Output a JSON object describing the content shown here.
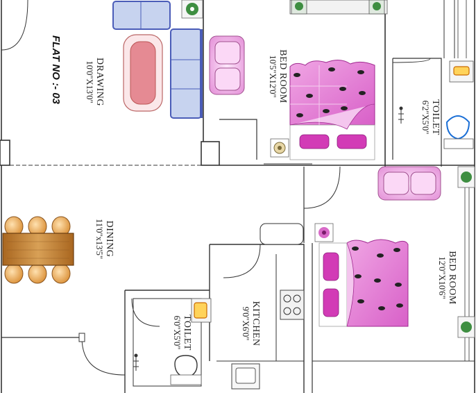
{
  "flat_label": "FLAT NO :- 03",
  "rooms": [
    {
      "id": "drawing",
      "name": "DRAWING",
      "size": "10'0\"X13'0\""
    },
    {
      "id": "bed-room-1",
      "name": "BED ROOM",
      "size": "10'5\"X12'0\""
    },
    {
      "id": "toilet-1",
      "name": "TOILET",
      "size": "6'2\"X5'0\""
    },
    {
      "id": "dining",
      "name": "DINING",
      "size": "11'0\"x13'5\""
    },
    {
      "id": "bed-room-2",
      "name": "BED ROOM",
      "size": "12'0\"X10'6\""
    },
    {
      "id": "kitchen",
      "name": "KITCHEN",
      "size": "9'0\"X6'0\""
    },
    {
      "id": "toilet-2",
      "name": "TOILET",
      "size": "6'0\"X5'0\""
    }
  ],
  "colors": {
    "wall": "#333333",
    "sofa_blue": "#c7d3ef",
    "sofa_blue_edge": "#4a5cb8",
    "bed_pink": "#e27fd6",
    "bed_magenta": "#d23bb6",
    "chair_pink": "#f6c7f0",
    "rug_red": "#e58a93",
    "wood": "#c98a3e",
    "plant_green": "#3e8e41"
  }
}
